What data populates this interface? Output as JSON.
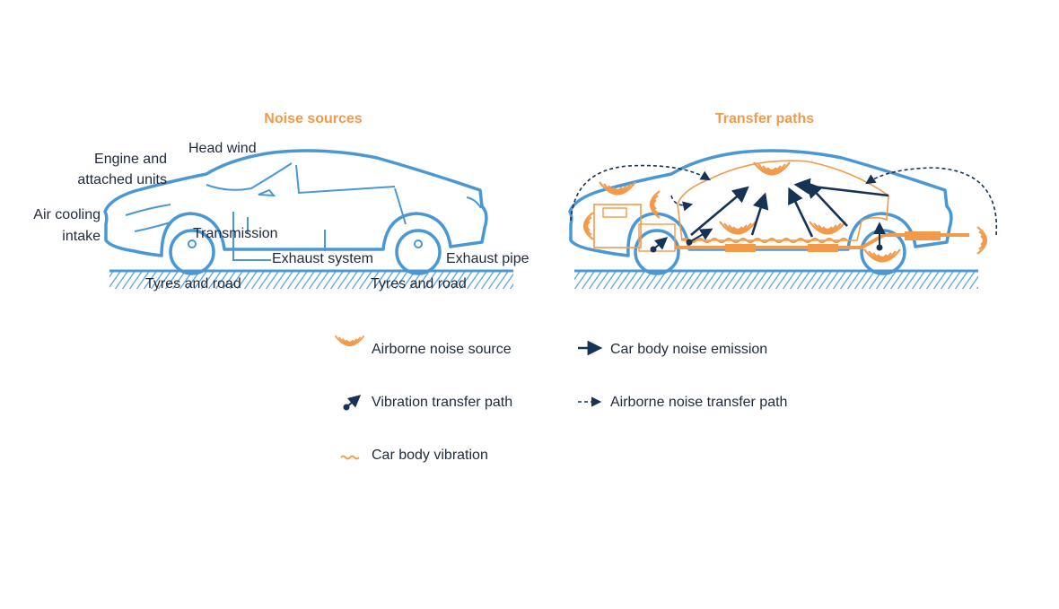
{
  "colors": {
    "car_outline": "#4a97d6",
    "orange": "#f39a4a",
    "navy": "#163355",
    "text": "#1e2a3a",
    "ground": "#4a97d6"
  },
  "left_diagram": {
    "title": "Noise sources",
    "labels": {
      "head_wind": "Head wind",
      "engine_line1": "Engine and",
      "engine_line2": "attached units",
      "air_cooling_line1": "Air cooling",
      "air_cooling_line2": "intake",
      "transmission": "Transmission",
      "exhaust_system": "Exhaust system",
      "exhaust_pipe": "Exhaust pipe",
      "tyres_front": "Tyres and road",
      "tyres_rear": "Tyres and road"
    }
  },
  "right_diagram": {
    "title": "Transfer paths"
  },
  "legend": {
    "airborne_source": "Airborne noise source",
    "body_emission": "Car body noise emission",
    "vibration_path": "Vibration transfer path",
    "airborne_path": "Airborne noise transfer path",
    "body_vibration": "Car body vibration"
  }
}
